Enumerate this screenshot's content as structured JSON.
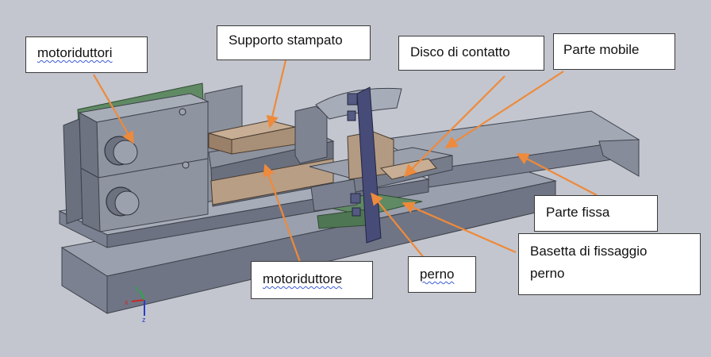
{
  "labels": {
    "motoriduttori": "motoriduttori",
    "supporto_stampato": "Supporto stampato",
    "disco_di_contatto": "Disco di contatto",
    "parte_mobile": "Parte mobile",
    "parte_fissa": "Parte fissa",
    "basetta_line1": "Basetta di fissaggio",
    "basetta_line2": "perno",
    "motoriduttore": "motoriduttore",
    "perno": "perno"
  },
  "triad": {
    "x": "x",
    "y": "y",
    "z": "z"
  },
  "colors": {
    "background": "#c3c6ce",
    "metal": "#858b97",
    "printed_part": "#bfa58c",
    "pcb": "#5f8a63",
    "pin": "#474b78",
    "arrow": "#ee8a3c"
  }
}
